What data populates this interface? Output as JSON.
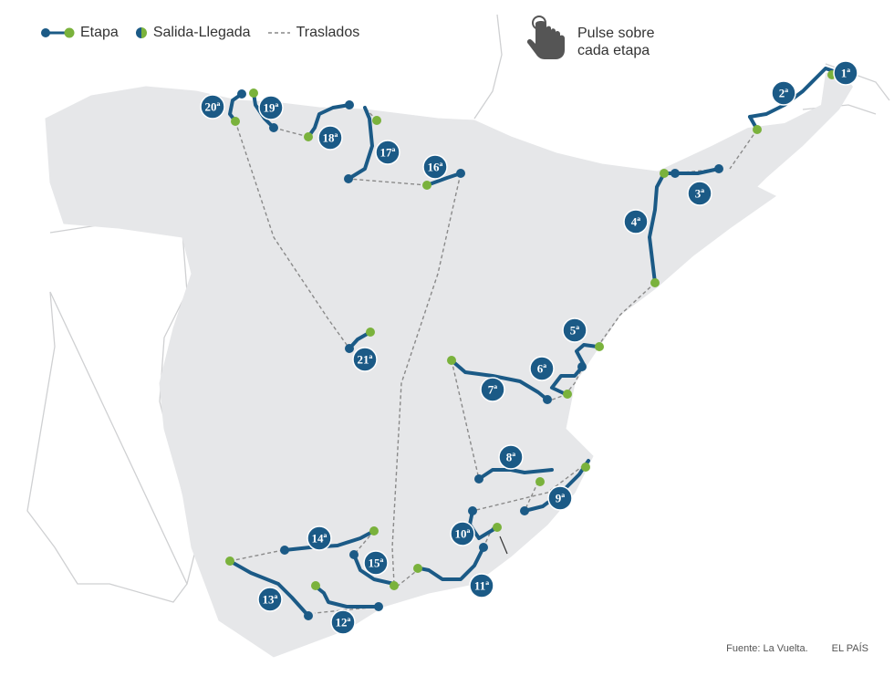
{
  "legend": {
    "stage": "Etapa",
    "start_finish": "Salida-Llegada",
    "transfers": "Traslados"
  },
  "hint": {
    "line1": "Pulse sobre",
    "line2": "cada etapa",
    "icon": "hand-pointer-icon"
  },
  "credits": {
    "source": "Fuente: La Vuelta.",
    "publisher": "EL PAÍS"
  },
  "colors": {
    "land": "#e6e7e9",
    "stage": "#1b5a86",
    "start_finish": "#7ab23c",
    "transfer": "#888888",
    "border": "#cccccc"
  },
  "stages": [
    {
      "label": "1ª"
    },
    {
      "label": "2ª"
    },
    {
      "label": "3ª"
    },
    {
      "label": "4ª"
    },
    {
      "label": "5ª"
    },
    {
      "label": "6ª"
    },
    {
      "label": "7ª"
    },
    {
      "label": "8ª"
    },
    {
      "label": "9ª"
    },
    {
      "label": "10ª"
    },
    {
      "label": "11ª"
    },
    {
      "label": "12ª"
    },
    {
      "label": "13ª"
    },
    {
      "label": "14ª"
    },
    {
      "label": "15ª"
    },
    {
      "label": "16ª"
    },
    {
      "label": "17ª"
    },
    {
      "label": "18ª"
    },
    {
      "label": "19ª"
    },
    {
      "label": "20ª"
    },
    {
      "label": "21ª"
    }
  ]
}
